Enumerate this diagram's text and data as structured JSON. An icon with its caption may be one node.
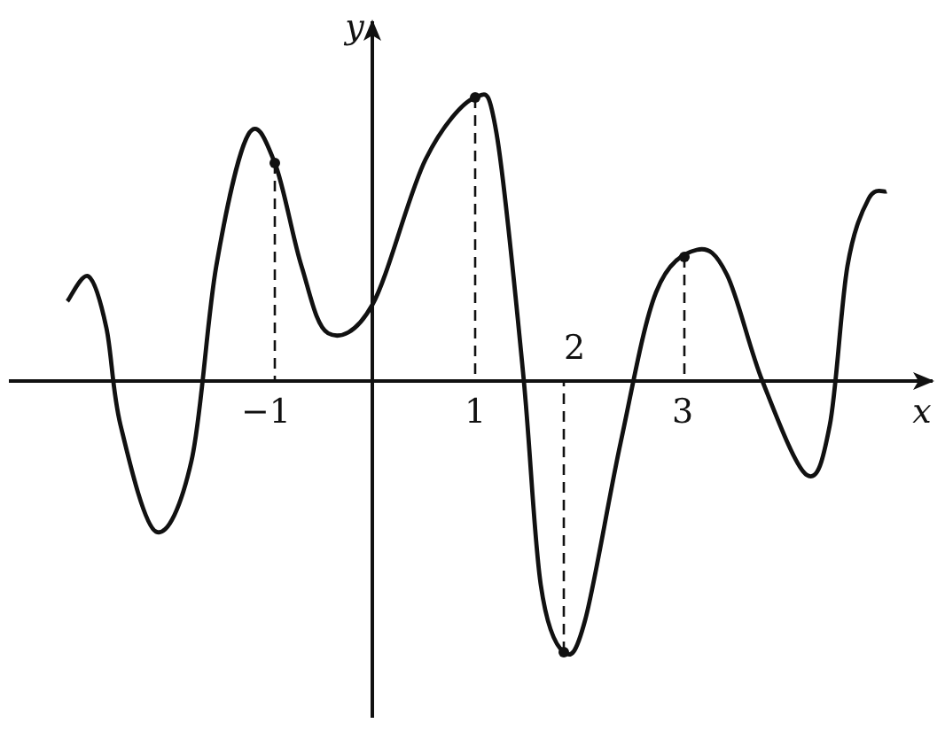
{
  "diagram": {
    "labels": [
      "y",
      "2",
      "−1",
      "1",
      "3",
      "x"
    ]
  }
}
